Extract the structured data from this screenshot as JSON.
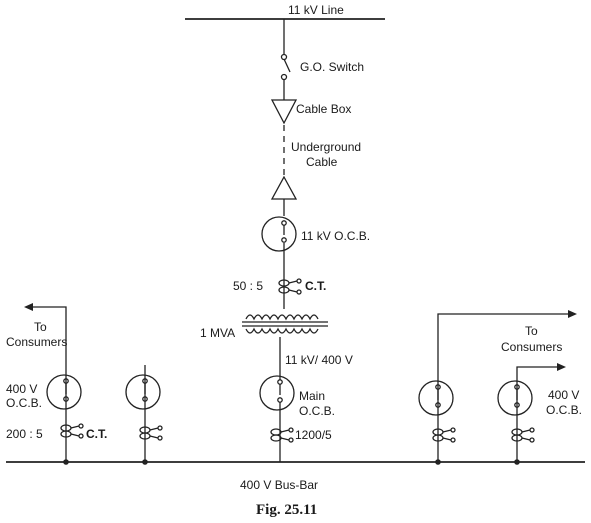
{
  "labels": {
    "line_11kv": "11 kV Line",
    "go_switch": "G.O. Switch",
    "cable_box": "Cable Box",
    "underground_1": "Underground",
    "underground_2": "Cable",
    "ocb_11kv": "11 kV O.C.B.",
    "ct_ratio_top": "50 : 5",
    "ct_top": "C.T.",
    "transformer_rating": "1 MVA",
    "transformer_ratio": "11 kV/ 400 V",
    "main_ocb_1": "Main",
    "main_ocb_2": "O.C.B.",
    "ct_main": "1200/5",
    "left_consumers_1": "To",
    "left_consumers_2": "Consumers",
    "left_ocb_1": "400 V",
    "left_ocb_2": "O.C.B.",
    "ct_left_ratio": "200 : 5",
    "ct_left": "C.T.",
    "right_consumers_1": "To",
    "right_consumers_2": "Consumers",
    "right_ocb_1": "400 V",
    "right_ocb_2": "O.C.B.",
    "busbar": "400 V Bus-Bar",
    "caption": "Fig. 25.11"
  }
}
